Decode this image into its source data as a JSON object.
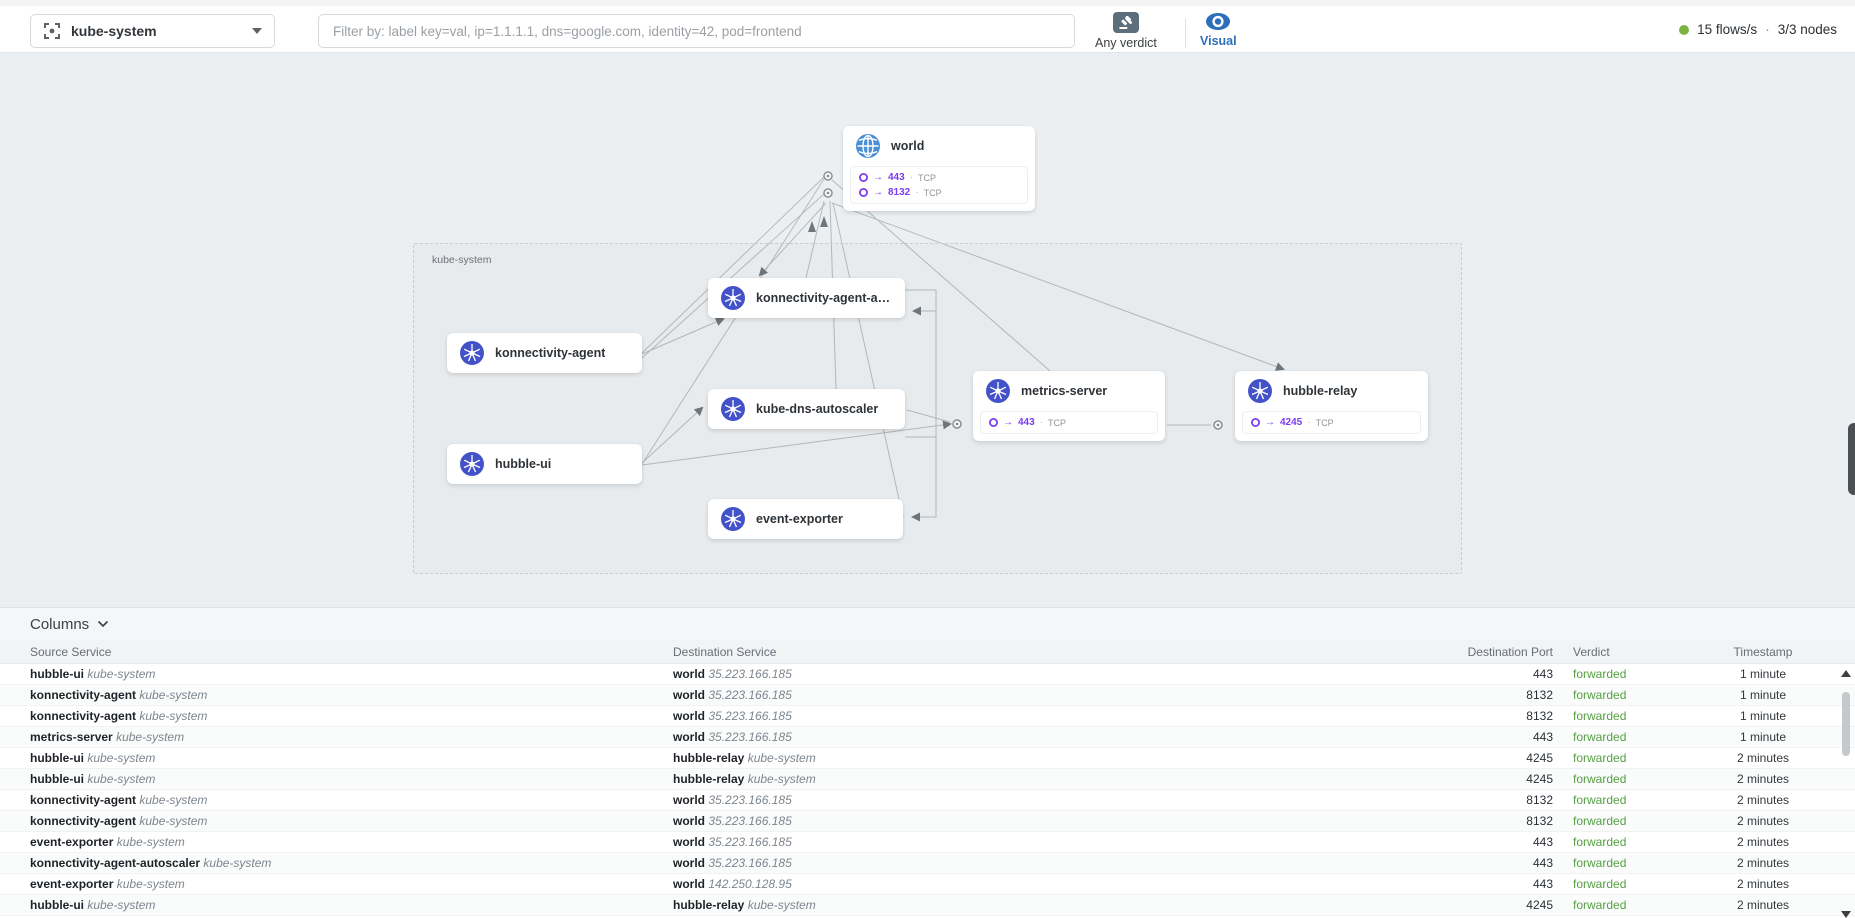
{
  "topbar": {
    "namespace": "kube-system",
    "filter_placeholder": "Filter by: label key=val, ip=1.1.1.1, dns=google.com, identity=42, pod=frontend",
    "verdict_filter": "Any verdict",
    "view_mode": "Visual",
    "flows_rate": "15 flows/s",
    "separator": "·",
    "nodes_status": "3/3 nodes"
  },
  "map": {
    "namespace_label": "kube-system",
    "port_arrow": "→",
    "port_dot": "·",
    "world": {
      "title": "world",
      "ports": [
        {
          "port": "443",
          "protocol": "TCP"
        },
        {
          "port": "8132",
          "protocol": "TCP"
        }
      ]
    },
    "services": {
      "konnectivity_agent_autoscaler": {
        "title": "konnectivity-agent-autosc..."
      },
      "konnectivity_agent": {
        "title": "konnectivity-agent"
      },
      "kube_dns_autoscaler": {
        "title": "kube-dns-autoscaler"
      },
      "hubble_ui": {
        "title": "hubble-ui"
      },
      "event_exporter": {
        "title": "event-exporter"
      },
      "metrics_server": {
        "title": "metrics-server",
        "ports": [
          {
            "port": "443",
            "protocol": "TCP"
          }
        ]
      },
      "hubble_relay": {
        "title": "hubble-relay",
        "ports": [
          {
            "port": "4245",
            "protocol": "TCP"
          }
        ]
      }
    }
  },
  "table": {
    "columns_label": "Columns",
    "headers": [
      "Source Service",
      "Destination Service",
      "Destination Port",
      "Verdict",
      "Timestamp"
    ],
    "rows": [
      {
        "src": "hubble-ui",
        "src_ns": "kube-system",
        "dst": "world",
        "dst_detail": "35.223.166.185",
        "port": "443",
        "verdict": "forwarded",
        "time": "1 minute"
      },
      {
        "src": "konnectivity-agent",
        "src_ns": "kube-system",
        "dst": "world",
        "dst_detail": "35.223.166.185",
        "port": "8132",
        "verdict": "forwarded",
        "time": "1 minute"
      },
      {
        "src": "konnectivity-agent",
        "src_ns": "kube-system",
        "dst": "world",
        "dst_detail": "35.223.166.185",
        "port": "8132",
        "verdict": "forwarded",
        "time": "1 minute"
      },
      {
        "src": "metrics-server",
        "src_ns": "kube-system",
        "dst": "world",
        "dst_detail": "35.223.166.185",
        "port": "443",
        "verdict": "forwarded",
        "time": "1 minute"
      },
      {
        "src": "hubble-ui",
        "src_ns": "kube-system",
        "dst": "hubble-relay",
        "dst_detail": "kube-system",
        "port": "4245",
        "verdict": "forwarded",
        "time": "2 minutes"
      },
      {
        "src": "hubble-ui",
        "src_ns": "kube-system",
        "dst": "hubble-relay",
        "dst_detail": "kube-system",
        "port": "4245",
        "verdict": "forwarded",
        "time": "2 minutes"
      },
      {
        "src": "konnectivity-agent",
        "src_ns": "kube-system",
        "dst": "world",
        "dst_detail": "35.223.166.185",
        "port": "8132",
        "verdict": "forwarded",
        "time": "2 minutes"
      },
      {
        "src": "konnectivity-agent",
        "src_ns": "kube-system",
        "dst": "world",
        "dst_detail": "35.223.166.185",
        "port": "8132",
        "verdict": "forwarded",
        "time": "2 minutes"
      },
      {
        "src": "event-exporter",
        "src_ns": "kube-system",
        "dst": "world",
        "dst_detail": "35.223.166.185",
        "port": "443",
        "verdict": "forwarded",
        "time": "2 minutes"
      },
      {
        "src": "konnectivity-agent-autoscaler",
        "src_ns": "kube-system",
        "dst": "world",
        "dst_detail": "35.223.166.185",
        "port": "443",
        "verdict": "forwarded",
        "time": "2 minutes"
      },
      {
        "src": "event-exporter",
        "src_ns": "kube-system",
        "dst": "world",
        "dst_detail": "142.250.128.95",
        "port": "443",
        "verdict": "forwarded",
        "time": "2 minutes"
      },
      {
        "src": "hubble-ui",
        "src_ns": "kube-system",
        "dst": "hubble-relay",
        "dst_detail": "kube-system",
        "port": "4245",
        "verdict": "forwarded",
        "time": "2 minutes"
      }
    ]
  },
  "colors": {
    "verdict_forwarded": "#55a043",
    "accent_blue": "#2c6fbb",
    "k8s_blue": "#4452c9",
    "world_blue": "#4a8fd6",
    "port_purple": "#7d3cf0",
    "status_green": "#7cb342"
  }
}
